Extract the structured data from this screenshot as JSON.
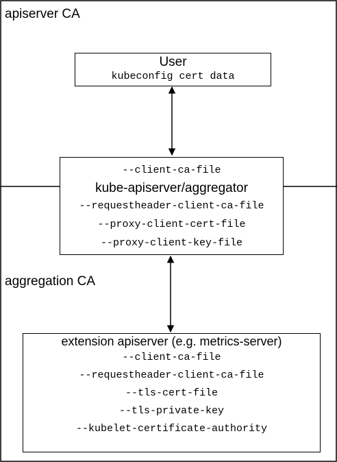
{
  "zones": {
    "top_label": "apiserver CA",
    "bottom_label": "aggregation CA"
  },
  "nodes": {
    "user": {
      "title": "User",
      "lines": [
        "kubeconfig cert data"
      ]
    },
    "apiserver": {
      "line_above": "--client-ca-file",
      "title": "kube-apiserver/aggregator",
      "lines": [
        "--requestheader-client-ca-file",
        "--proxy-client-cert-file",
        "--proxy-client-key-file"
      ]
    },
    "extension": {
      "title": "extension apiserver (e.g. metrics-server)",
      "lines": [
        "--client-ca-file",
        "--requestheader-client-ca-file",
        "--tls-cert-file",
        "--tls-private-key",
        "--kubelet-certificate-authority"
      ]
    }
  },
  "edges": [
    {
      "from": "user",
      "to": "apiserver",
      "direction": "both"
    },
    {
      "from": "apiserver",
      "to": "extension",
      "direction": "both"
    }
  ]
}
